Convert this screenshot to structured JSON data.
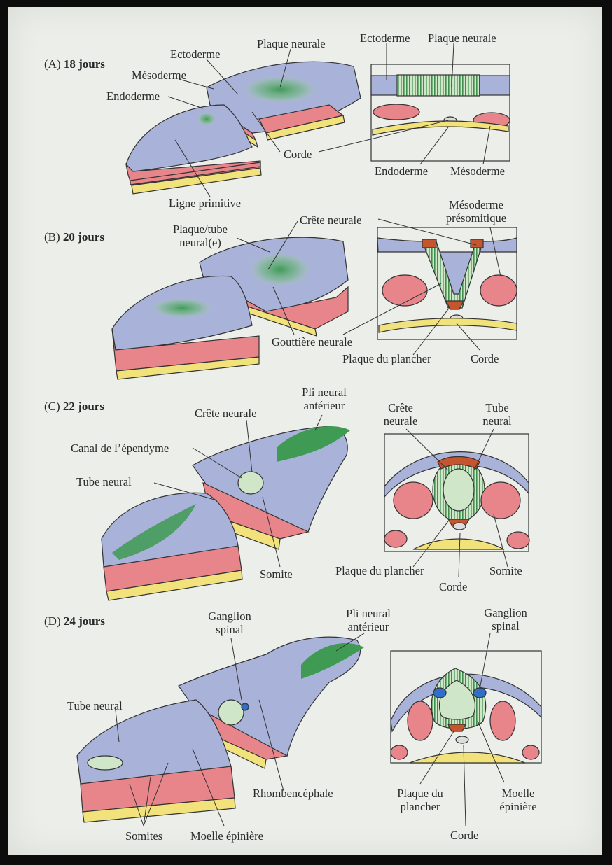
{
  "panels": [
    {
      "letter": "(A)",
      "stage": "18 jours",
      "labels": {
        "ectoderme": "Ectoderme",
        "plaque_neurale": "Plaque neurale",
        "mesoderme": "Mésoderme",
        "endoderme": "Endoderme",
        "corde": "Corde",
        "ligne_primitive": "Ligne primitive",
        "xs_ectoderme": "Ectoderme",
        "xs_plaque_neurale": "Plaque neurale",
        "xs_endoderme": "Endoderme",
        "xs_mesoderme": "Mésoderme"
      }
    },
    {
      "letter": "(B)",
      "stage": "20 jours",
      "labels": {
        "plaque_tube_1": "Plaque/tube",
        "plaque_tube_2": "neural(e)",
        "crete_neurale": "Crête neurale",
        "mesoderme_presomitique_1": "Mésoderme",
        "mesoderme_presomitique_2": "présomitique",
        "gouttiere_neurale": "Gouttière neurale",
        "plaque_du_plancher": "Plaque du plancher",
        "corde": "Corde"
      }
    },
    {
      "letter": "(C)",
      "stage": "22 jours",
      "labels": {
        "pli_neural_1": "Pli neural",
        "pli_neural_2": "antérieur",
        "crete_neurale": "Crête neurale",
        "canal_ependyme": "Canal de l’épendyme",
        "tube_neural": "Tube neural",
        "somite": "Somite",
        "xs_crete_1": "Crête",
        "xs_crete_2": "neurale",
        "xs_tube_1": "Tube",
        "xs_tube_2": "neural",
        "xs_plaque_du_plancher": "Plaque du plancher",
        "xs_somite": "Somite",
        "xs_corde": "Corde"
      }
    },
    {
      "letter": "(D)",
      "stage": "24 jours",
      "labels": {
        "ganglion_1": "Ganglion",
        "ganglion_2": "spinal",
        "pli_neural_1": "Pli neural",
        "pli_neural_2": "antérieur",
        "tube_neural": "Tube neural",
        "rhombencephale": "Rhombencéphale",
        "somites": "Somites",
        "moelle_epiniere": "Moelle épinière",
        "xs_ganglion_1": "Ganglion",
        "xs_ganglion_2": "spinal",
        "xs_plaque_1": "Plaque du",
        "xs_plaque_2": "plancher",
        "xs_moelle_1": "Moelle",
        "xs_moelle_2": "épinière",
        "xs_corde": "Corde"
      }
    }
  ],
  "colors": {
    "ectoderm": "#a9b2d8",
    "neural_plate": "#3f9a53",
    "mesoderm": "#e7858a",
    "endoderm": "#f2e27c",
    "neural_crest": "#c5552e",
    "ganglion": "#2f6fc9",
    "background": "#eceee9"
  }
}
